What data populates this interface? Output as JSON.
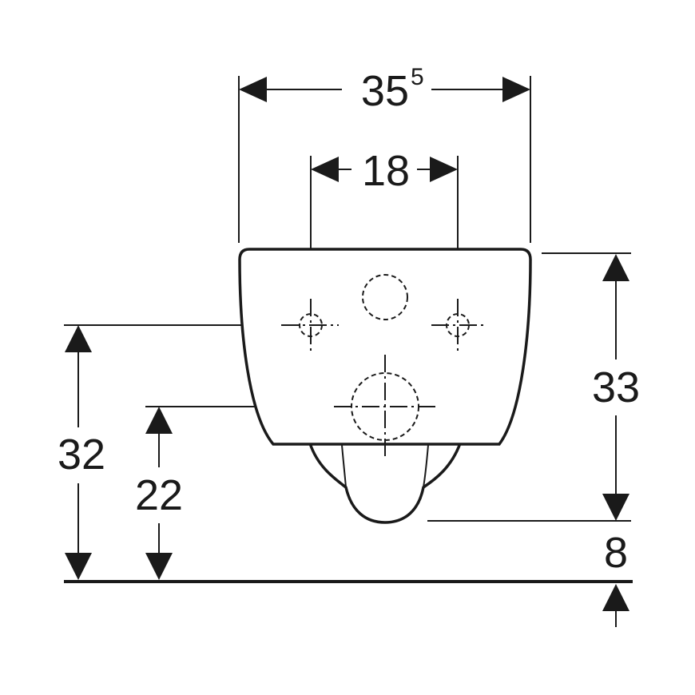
{
  "dimensions": {
    "overall_width": {
      "value": "35",
      "superscript": "5"
    },
    "fixing_distance": "18",
    "height_total": "33",
    "floor_clearance": "8",
    "fixing_height": "32",
    "outlet_height": "22"
  }
}
